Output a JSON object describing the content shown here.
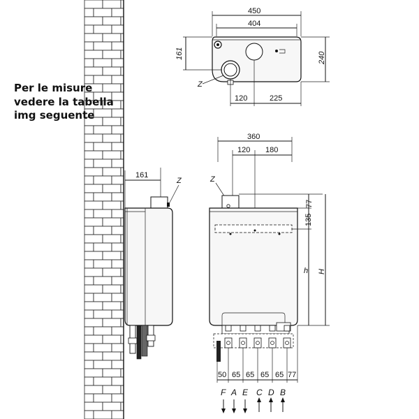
{
  "note": {
    "lines": [
      "Per le misure",
      "vedere la tabella",
      "img seguente"
    ]
  },
  "top_view": {
    "dims": {
      "overall_width": "450",
      "inner_width": "404",
      "depth_left": "161",
      "depth_right": "240",
      "offset_left": "120",
      "offset_right": "225"
    },
    "flue_label": "Z"
  },
  "side_view": {
    "depth": "161",
    "flue_label": "Z"
  },
  "front_view": {
    "width_top": "360",
    "offset_a": "120",
    "offset_b": "180",
    "top_clearance": "77",
    "rail_offset": "135",
    "height_h_small": "h",
    "height_h_big": "H",
    "flue_label": "Z",
    "bottom_spacings": [
      "50",
      "65",
      "65",
      "65",
      "65",
      "77"
    ],
    "connections": [
      "F",
      "A",
      "E",
      "C",
      "D",
      "B"
    ]
  }
}
